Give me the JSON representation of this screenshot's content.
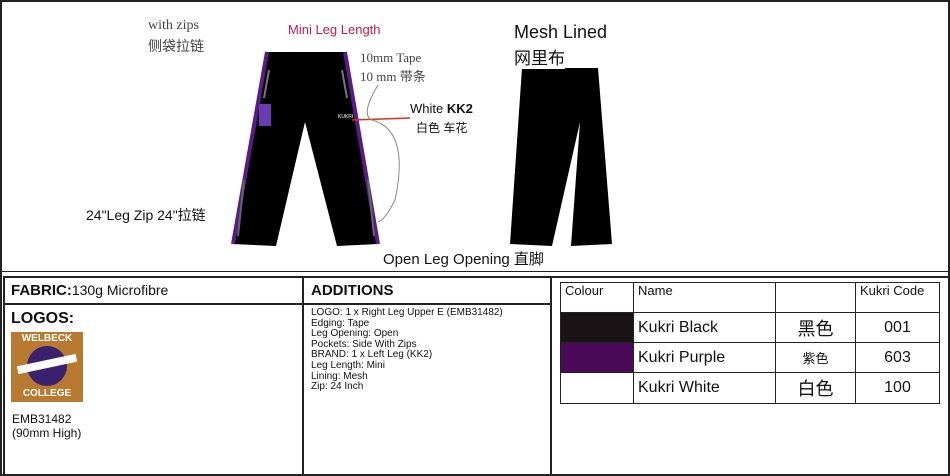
{
  "drawing": {
    "zips_note": "with zips",
    "zips_note_cn": "侧袋拉链",
    "leg_length": "Mini Leg Length",
    "tape": "10mm Tape",
    "tape_cn": "10 mm 带条",
    "brand_white": "White",
    "brand_code": "KK2",
    "brand_cn": "白色  车花",
    "leg_zip": "24\"Leg Zip 24\"拉链",
    "mesh": "Mesh Lined",
    "mesh_cn": "网里布",
    "opening": "Open Leg Opening 直脚"
  },
  "fabric": {
    "label": "FABRIC:",
    "value": "130g Microfibre"
  },
  "logos": {
    "label": "LOGOS:",
    "logo_top": "WELBECK",
    "logo_bottom": "COLLEGE",
    "code": "EMB31482",
    "size": "(90mm High)"
  },
  "additions": {
    "label": "ADDITIONS",
    "lines": [
      "LOGO: 1 x Right Leg Upper E (EMB31482)",
      "Edging: Tape",
      "Leg Opening: Open",
      "Pockets: Side With Zips",
      "BRAND: 1 x Left Leg (KK2)",
      "Leg Length: Mini",
      "Lining: Mesh",
      "Zip: 24 Inch"
    ]
  },
  "colours": {
    "headers": [
      "Colour",
      "Name",
      "",
      "Kukri Code"
    ],
    "rows": [
      {
        "swatch": "#1a1416",
        "name": "Kukri Black",
        "cn": "黑色",
        "code": "001"
      },
      {
        "swatch": "#4a0a58",
        "name": "Kukri Purple",
        "cn": "紫色",
        "code": "603"
      },
      {
        "swatch": "#ffffff",
        "name": "Kukri White",
        "cn": "白色",
        "code": "100"
      }
    ]
  }
}
